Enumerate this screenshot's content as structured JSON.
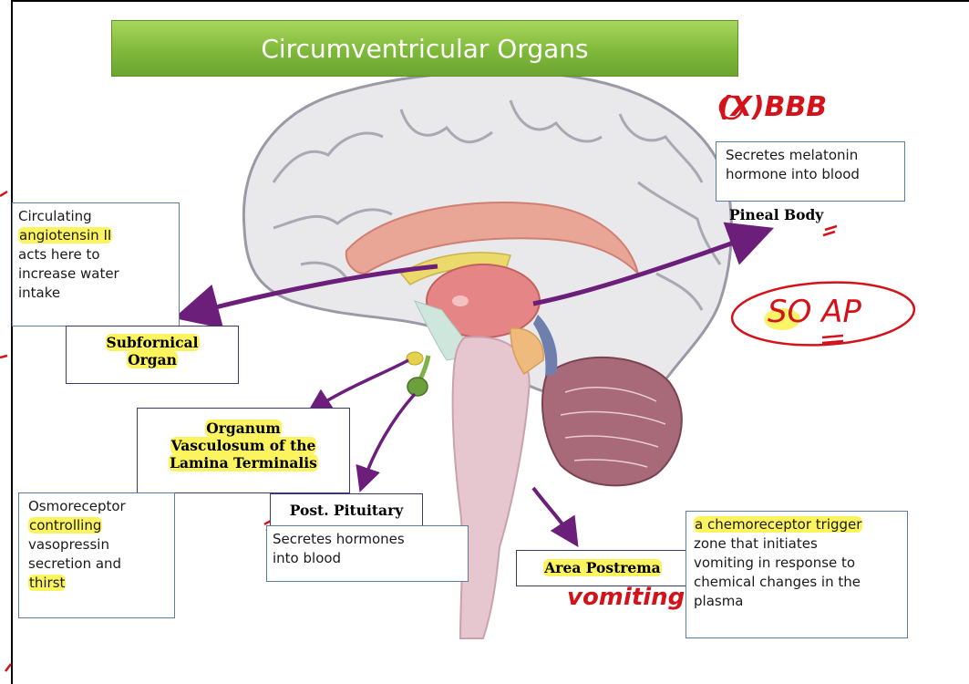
{
  "title": "Circumventricular Organs",
  "boxes": {
    "subfornical_desc": [
      "Circulating",
      "angiotensin II",
      "acts here to",
      "increase water",
      "intake"
    ],
    "pineal_desc": [
      "Secretes melatonin",
      "hormone into blood"
    ],
    "osmo_desc": [
      "Osmoreceptor",
      "controlling",
      "vasopressin",
      "secretion and",
      "thirst"
    ],
    "pituitary_desc": [
      "Secretes hormones",
      "into blood"
    ],
    "postrema_desc": [
      "a chemoreceptor trigger",
      "zone that initiates",
      "vomiting in response to",
      "chemical changes in the",
      "plasma"
    ]
  },
  "labels": {
    "subfornical": [
      "Subfornical",
      "Organ"
    ],
    "pineal": "Pineal Body",
    "ovlt": [
      "Organum",
      "Vasculosum of the",
      "Lamina Terminalis"
    ],
    "pituitary": "Post. Pituitary",
    "postrema": "Area Postrema"
  },
  "annotations": {
    "bbb": "(X)BBB",
    "soap": "SO AP",
    "vomiting": "vomiting"
  },
  "colors": {
    "title_green": "#7fb93a",
    "arrow_purple": "#6b1f7a",
    "box_border": "#5a7da0",
    "highlight": "#f5ea28",
    "annotation_red": "#d4121a"
  }
}
